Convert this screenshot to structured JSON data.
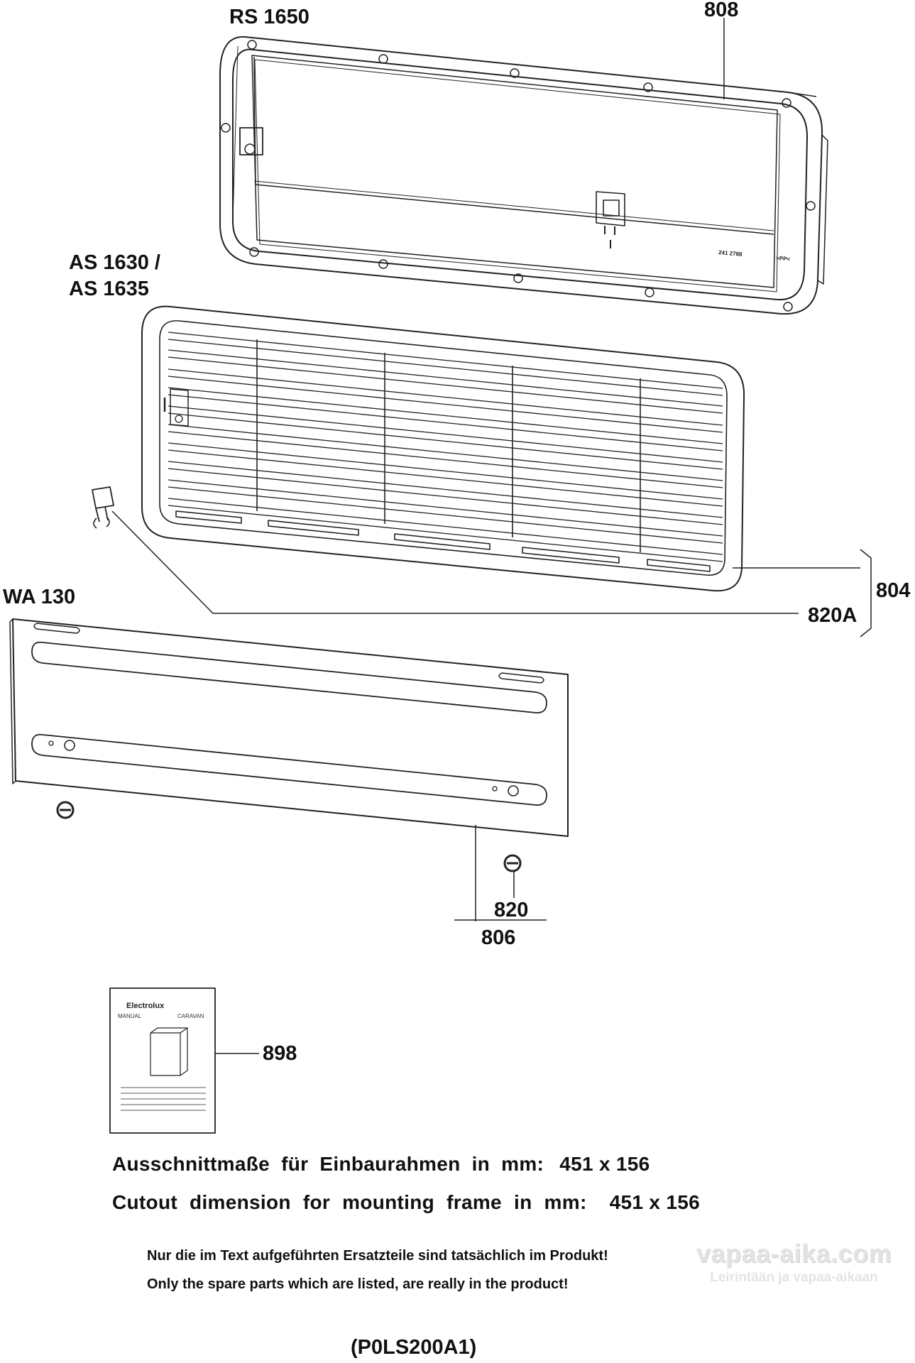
{
  "parts": {
    "rs_1650": "RS 1650",
    "ref_808": "808",
    "as_1630": "AS 1630 /",
    "as_1635": "AS 1635",
    "ref_804": "804",
    "ref_820a": "820A",
    "wa_130": "WA 130",
    "ref_820": "820",
    "ref_806": "806",
    "ref_898": "898"
  },
  "frame_marking": {
    "number": "241 2788",
    "material": ">PP<"
  },
  "manual": {
    "brand": "Electrolux",
    "left": "MANUAL",
    "right": "CARAVAN"
  },
  "captions": {
    "de": {
      "text": "Ausschnittmaße für Einbaurahmen in mm:",
      "value": "451 x 156"
    },
    "en": {
      "text": "Cutout dimension for mounting frame in mm:",
      "value": "451 x 156"
    }
  },
  "notes": {
    "de": "Nur die im Text aufgeführten Ersatzteile sind tatsächlich im Produkt!",
    "en": "Only the spare parts which are listed, are really in the product!"
  },
  "code": "(P0LS200A1)",
  "watermark": {
    "site": "vapaa-aika.com",
    "tagline": "Leirintään ja vapaa-aikaan"
  }
}
